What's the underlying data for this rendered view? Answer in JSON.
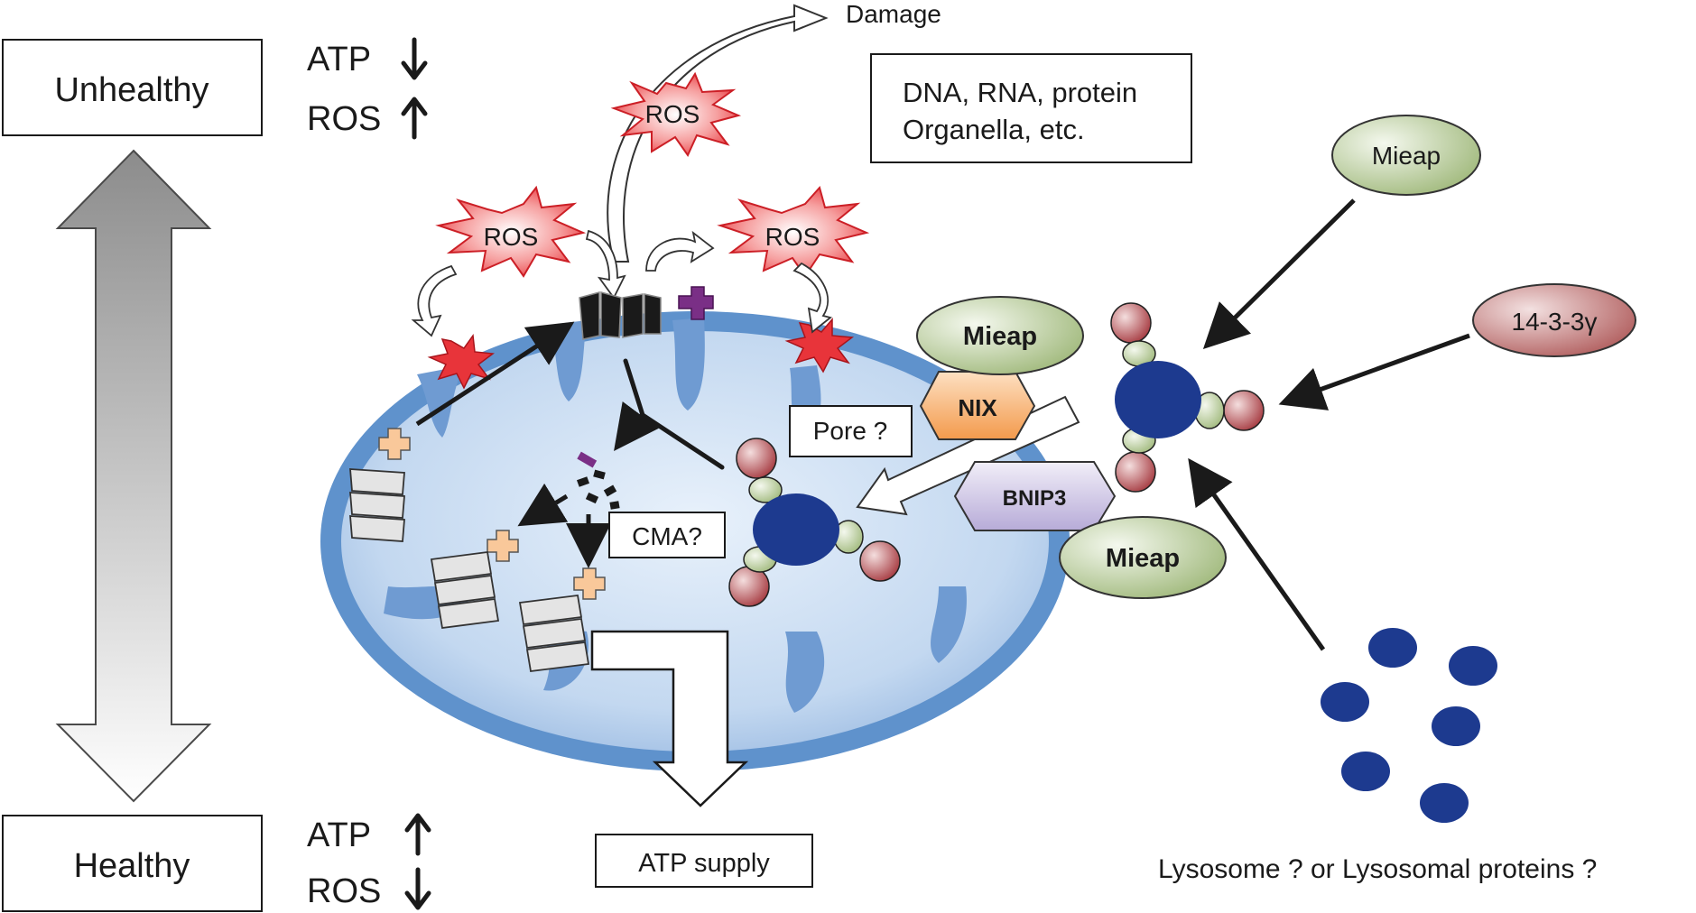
{
  "state_boxes": {
    "unhealthy": "Unhealthy",
    "healthy": "Healthy"
  },
  "indicators": {
    "atp": "ATP",
    "ros": "ROS"
  },
  "ros_label": "ROS",
  "damage_label": "Damage",
  "damage_targets": {
    "line1": "DNA, RNA, protein",
    "line2": "Organella, etc."
  },
  "proteins": {
    "mieap": "Mieap",
    "nix": "NIX",
    "bnip3": "BNIP3",
    "gamma": "14-3-3γ"
  },
  "labels": {
    "pore": "Pore ?",
    "cma": "CMA?",
    "atp_supply": "ATP supply",
    "lysosome": "Lysosome ? or Lysosomal proteins ?"
  },
  "colors": {
    "mito_fill": "#7aa3d6",
    "mito_dark": "#4f86c6",
    "ros_red": "#e8343a",
    "nix_orange": "#f6a45c",
    "bnip3_lilac": "#c8bfe0",
    "mieap_green": "#b9cc98",
    "gamma_rose": "#c47a7a",
    "lysosome_blue": "#1d3a8f",
    "purple": "#7a2f86"
  }
}
